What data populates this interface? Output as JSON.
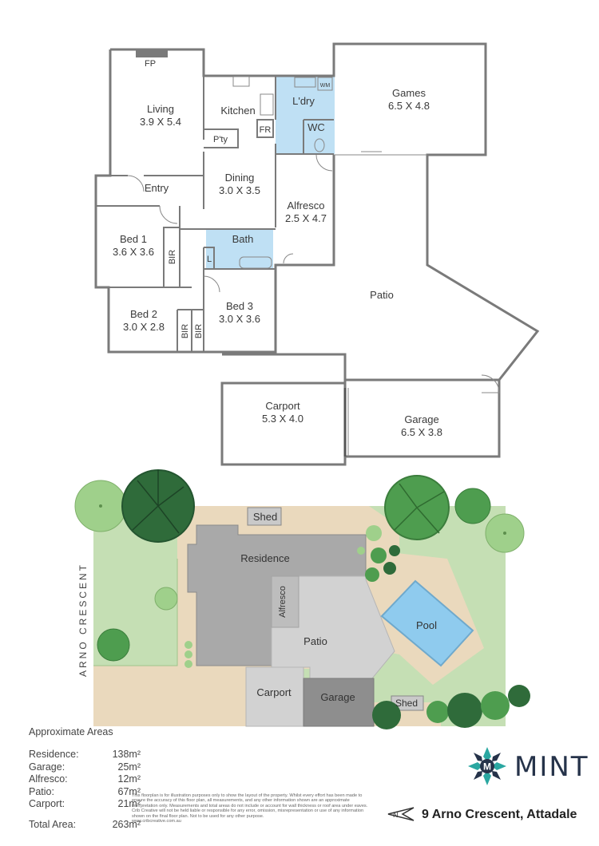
{
  "floorplan": {
    "rooms": {
      "living": {
        "name": "Living",
        "dims": "3.9 X 5.4"
      },
      "fireplace": "FP",
      "kitchen": "Kitchen",
      "laundry": "L'dry",
      "washing_machine": "WM",
      "fridge": "FR",
      "wc": "WC",
      "pantry": "P'ty",
      "games": {
        "name": "Games",
        "dims": "6.5 X 4.8"
      },
      "entry": "Entry",
      "dining": {
        "name": "Dining",
        "dims": "3.0 X 3.5"
      },
      "alfresco": {
        "name": "Alfresco",
        "dims": "2.5 X 4.7"
      },
      "bed1": {
        "name": "Bed 1",
        "dims": "3.6 X 3.6"
      },
      "bir1": "BIR",
      "bath": "Bath",
      "linen": "L",
      "bed2": {
        "name": "Bed 2",
        "dims": "3.0 X 2.8"
      },
      "bir2": "BIR",
      "bir3": "BIR",
      "bed3": {
        "name": "Bed 3",
        "dims": "3.0 X 3.6"
      },
      "patio": "Patio",
      "carport": {
        "name": "Carport",
        "dims": "5.3 X 4.0"
      },
      "garage": {
        "name": "Garage",
        "dims": "6.5 X 3.8"
      }
    }
  },
  "siteplan": {
    "street": "ARNO CRESCENT",
    "shed_top": "Shed",
    "residence": "Residence",
    "alfresco": "Alfresco",
    "patio": "Patio",
    "pool": "Pool",
    "carport": "Carport",
    "garage": "Garage",
    "shed_bottom": "Shed",
    "colors": {
      "lawn": "#c5dfb4",
      "paving": "#ead9bd",
      "residence": "#a9a9a9",
      "patio": "#d2d2d2",
      "garage": "#8e8e8e",
      "pool": "#8fcbee",
      "tree_dark": "#2f6b3a",
      "tree_mid": "#4e9d4f"
    }
  },
  "areas": {
    "heading": "Approximate Areas",
    "items": [
      {
        "label": "Residence:",
        "value": "138m²"
      },
      {
        "label": "Garage:",
        "value": "25m²"
      },
      {
        "label": "Alfresco:",
        "value": "12m²"
      },
      {
        "label": "Patio:",
        "value": "67m²"
      },
      {
        "label": "Carport:",
        "value": "21m²"
      }
    ],
    "total_label": "Total Area:",
    "total_value": "263m²"
  },
  "disclaimer": "This floorplan is for illustration purposes only to show the layout of the property. Whilst every effort has been made to ensure the accuracy of this floor plan, all measurements, and any other information shown are an approximate interpretation only. Measurements and total areas do not include or account for wall thickness or roof area under eaves. Crib Creative will not be held liable or responsible for any error, omission, misrepresentation or use of any information shown on the final floor plan. Not to be used for any other purpose.",
  "disclaimer_url": "www.cribcreative.com.au",
  "brand": {
    "name": "MINT",
    "logo_letter": "M",
    "color": "#26334a",
    "accent": "#2aa7a1"
  },
  "address": "9 Arno Crescent, Attadale",
  "compass_letter": "N"
}
